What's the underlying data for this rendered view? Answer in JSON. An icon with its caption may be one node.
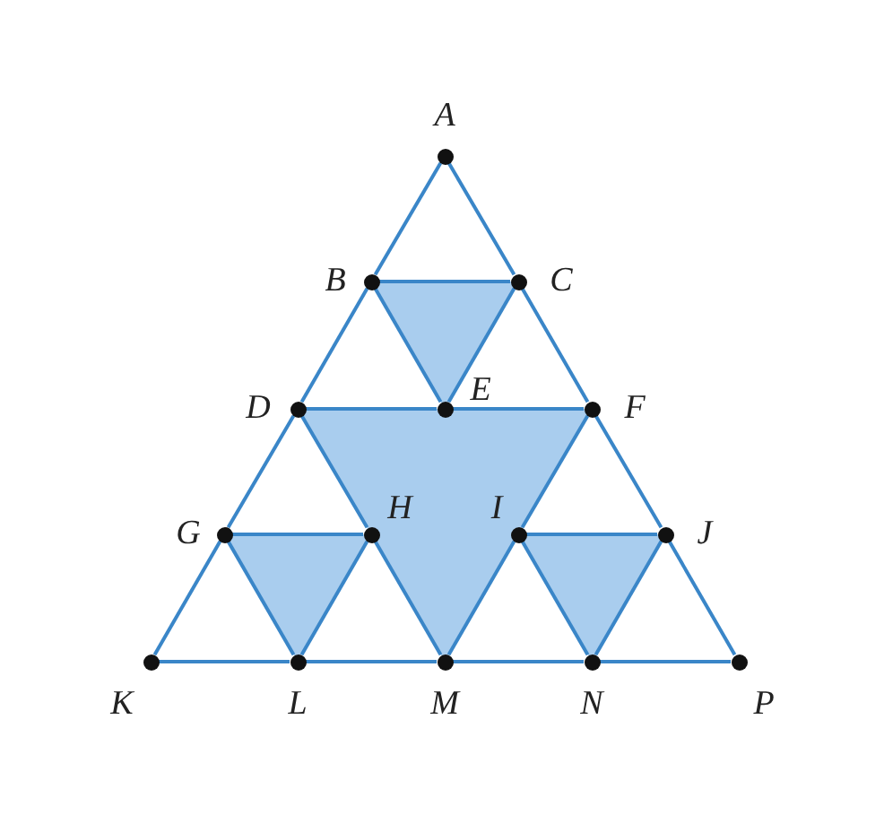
{
  "diagram": {
    "nodes": [
      {
        "text": [
          "A"
        ]
      },
      {
        "text": [
          "B"
        ]
      },
      {
        "text": [
          "C"
        ]
      },
      {
        "text": [
          "D"
        ]
      },
      {
        "text": [
          "E"
        ]
      },
      {
        "text": [
          "F"
        ]
      },
      {
        "text": [
          "G"
        ]
      },
      {
        "text": [
          "H"
        ]
      },
      {
        "text": [
          "I"
        ]
      },
      {
        "text": [
          "J"
        ]
      },
      {
        "text": [
          "K"
        ]
      },
      {
        "text": [
          "L"
        ]
      },
      {
        "text": [
          "M"
        ]
      },
      {
        "text": [
          "N"
        ]
      },
      {
        "text": [
          "P"
        ]
      }
    ],
    "edges": [
      {
        "from": 0,
        "to": 1,
        "arrow": "none"
      },
      {
        "from": 1,
        "to": 3,
        "arrow": "none"
      },
      {
        "from": 3,
        "to": 6,
        "arrow": "none"
      },
      {
        "from": 6,
        "to": 10,
        "arrow": "none"
      },
      {
        "from": 0,
        "to": 2,
        "arrow": "none"
      },
      {
        "from": 2,
        "to": 5,
        "arrow": "none"
      },
      {
        "from": 5,
        "to": 9,
        "arrow": "none"
      },
      {
        "from": 9,
        "to": 14,
        "arrow": "none"
      },
      {
        "from": 10,
        "to": 11,
        "arrow": "none"
      },
      {
        "from": 11,
        "to": 12,
        "arrow": "none"
      },
      {
        "from": 12,
        "to": 13,
        "arrow": "none"
      },
      {
        "from": 13,
        "to": 14,
        "arrow": "none"
      },
      {
        "from": 1,
        "to": 2,
        "arrow": "none"
      },
      {
        "from": 3,
        "to": 4,
        "arrow": "none"
      },
      {
        "from": 4,
        "to": 5,
        "arrow": "none"
      },
      {
        "from": 6,
        "to": 7,
        "arrow": "none"
      },
      {
        "from": 8,
        "to": 9,
        "arrow": "none"
      },
      {
        "from": 1,
        "to": 4,
        "arrow": "none"
      },
      {
        "from": 2,
        "to": 4,
        "arrow": "none"
      },
      {
        "from": 3,
        "to": 7,
        "arrow": "none"
      },
      {
        "from": 7,
        "to": 12,
        "arrow": "none"
      },
      {
        "from": 5,
        "to": 8,
        "arrow": "none"
      },
      {
        "from": 8,
        "to": 12,
        "arrow": "none"
      },
      {
        "from": 6,
        "to": 11,
        "arrow": "none"
      },
      {
        "from": 7,
        "to": 11,
        "arrow": "none"
      },
      {
        "from": 8,
        "to": 13,
        "arrow": "none"
      },
      {
        "from": 9,
        "to": 13,
        "arrow": "none"
      }
    ]
  }
}
